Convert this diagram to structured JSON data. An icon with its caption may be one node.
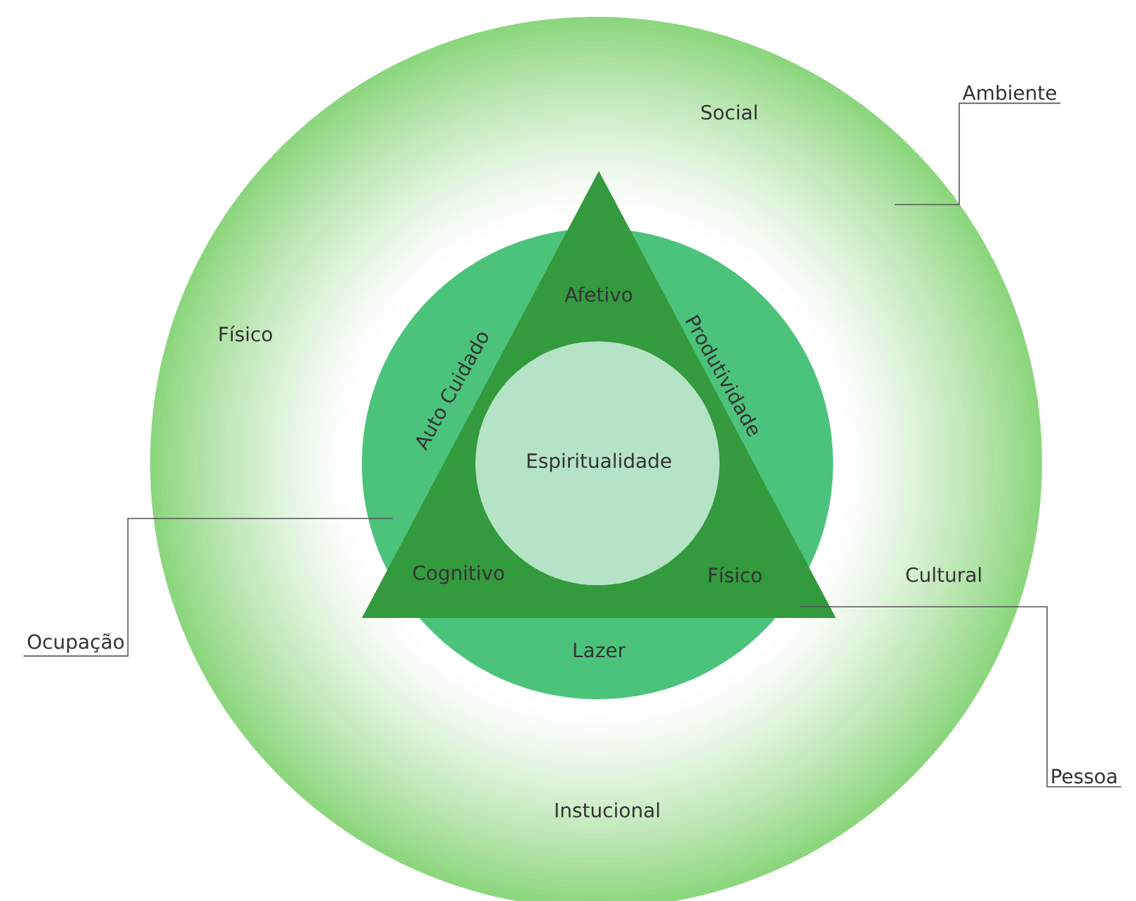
{
  "diagram": {
    "nodes": [
      {
        "text": [
          "Social",
          "Físico",
          "Cultural",
          "Instucional"
        ]
      },
      {
        "text": [
          "Auto Cuidado",
          "Produtividade",
          "Lazer"
        ],
        "in": 0
      },
      {
        "text": [
          "Afetivo",
          "Cognitivo",
          "Físico"
        ],
        "in": 0
      },
      {
        "text": [
          "Espiritualidade"
        ],
        "in": 2
      },
      {
        "text": [
          "Ambiente"
        ]
      },
      {
        "text": [
          "Ocupação"
        ]
      },
      {
        "text": [
          "Pessoa"
        ]
      }
    ],
    "edges": [
      {
        "from": 4,
        "to": 0,
        "arrow": "none"
      },
      {
        "from": 5,
        "to": 1,
        "arrow": "none"
      },
      {
        "from": 6,
        "to": 2,
        "arrow": "none"
      }
    ]
  }
}
